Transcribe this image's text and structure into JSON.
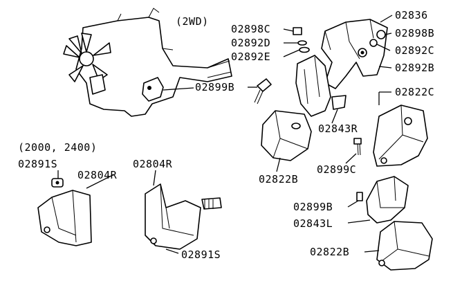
{
  "header": {
    "variant": "(2WD)",
    "engine_note": "(2000, 2400)"
  },
  "callouts": {
    "c02898c": "02898C",
    "c02892d": "02892D",
    "c02892e": "02892E",
    "c02836": "02836",
    "c02898b": "02898B",
    "c02892c": "02892C",
    "c02892b": "02892B",
    "c02899b_top": "02899B",
    "c02822c": "02822C",
    "c02843r": "02843R",
    "c02891s_left": "02891S",
    "c02804r_left": "02804R",
    "c02804r_mid": "02804R",
    "c02822b_mid": "02822B",
    "c02899c": "02899C",
    "c02899b_low": "02899B",
    "c02843l": "02843L",
    "c02822b_low": "02822B",
    "c02891s_mid": "02891S"
  }
}
